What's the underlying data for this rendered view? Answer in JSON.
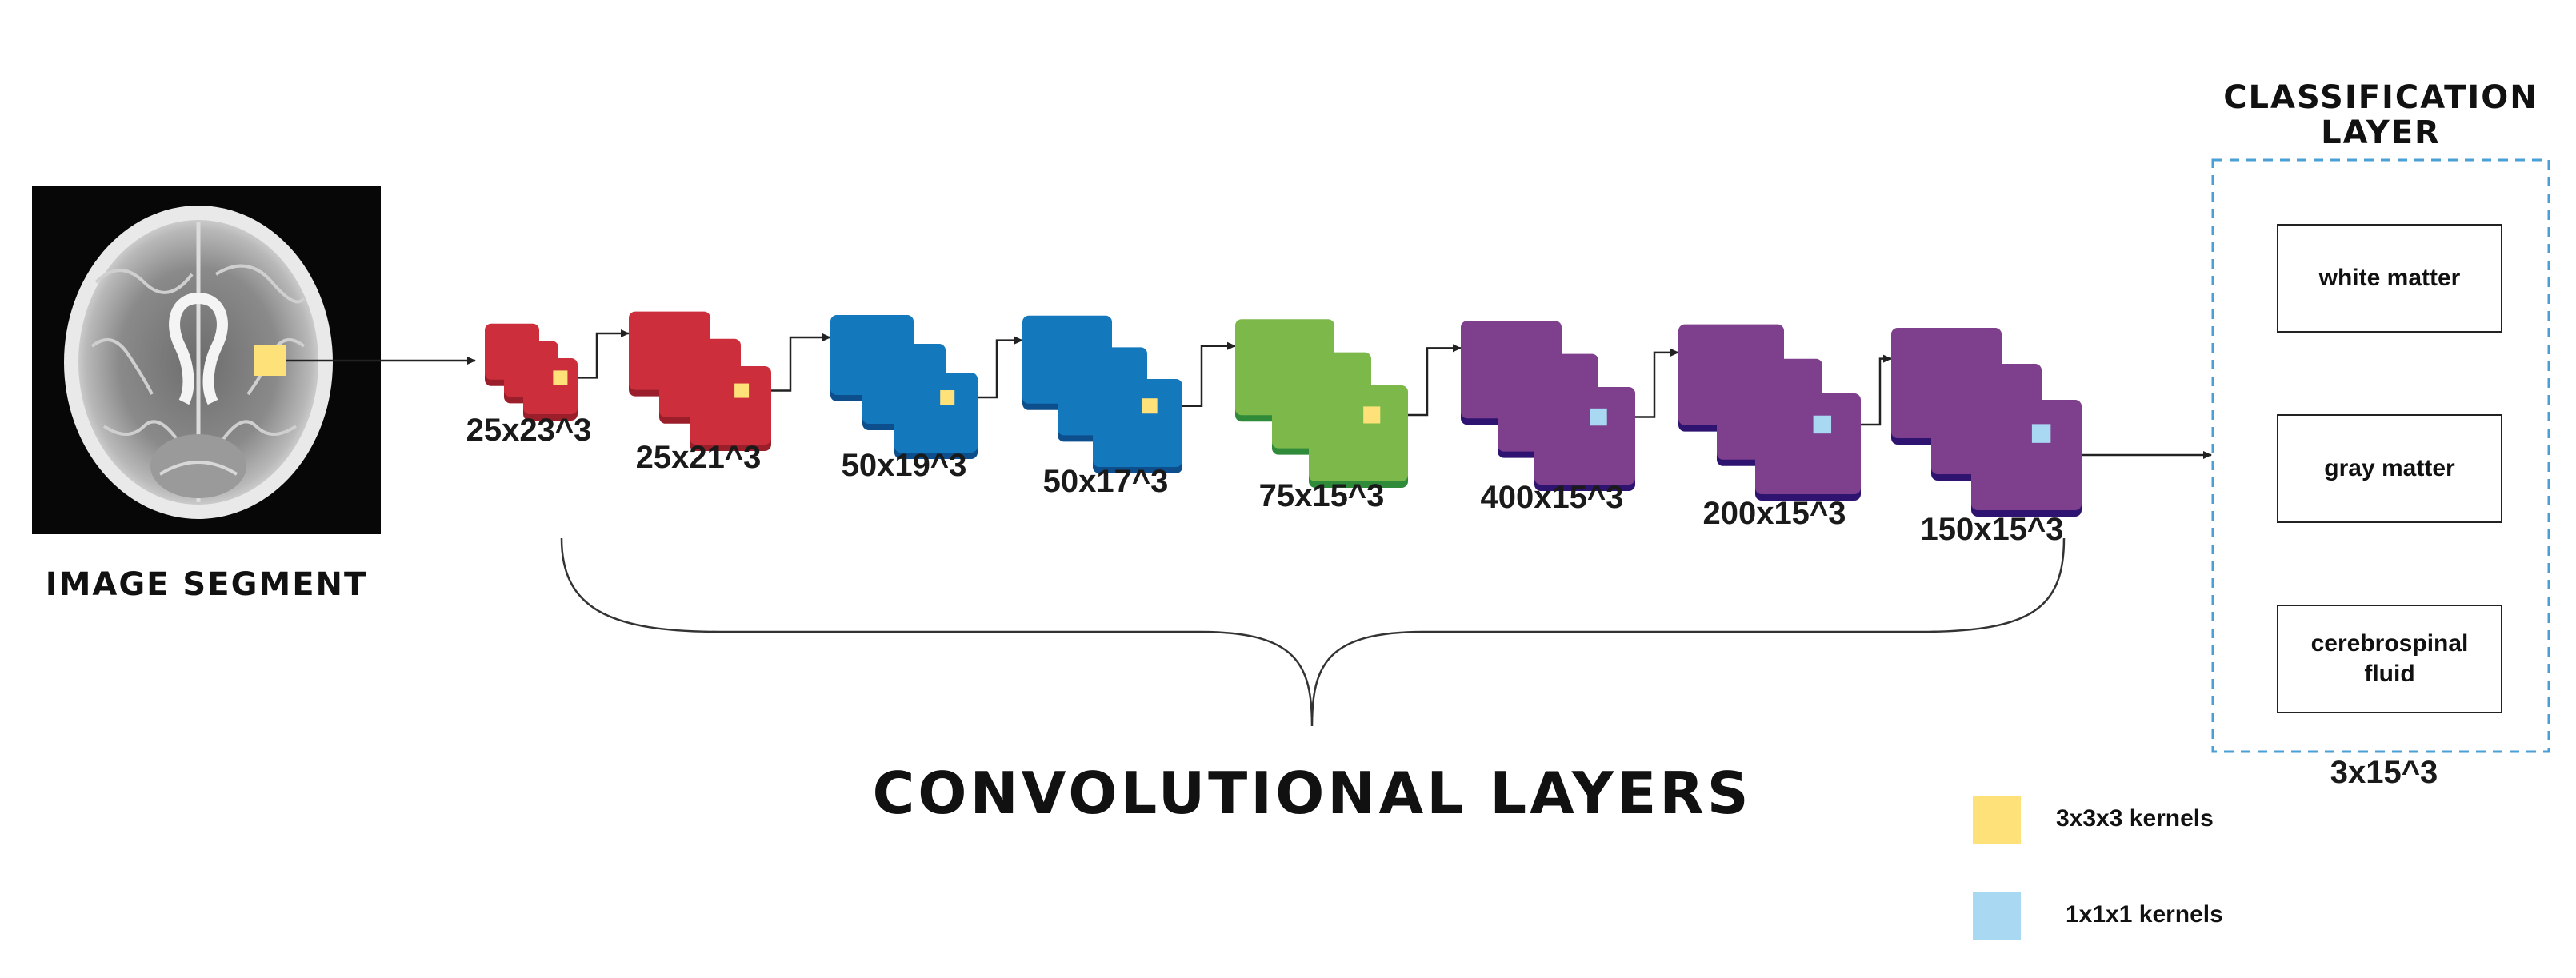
{
  "image_segment": {
    "label": "IMAGE SEGMENT"
  },
  "layers": [
    {
      "size": "25x23^3",
      "color": "#cc2f3b",
      "shade": "#9a1f2a",
      "kernel": "#ffe17a"
    },
    {
      "size": "25x21^3",
      "color": "#cc2f3b",
      "shade": "#9a1f2a",
      "kernel": "#ffe17a"
    },
    {
      "size": "50x19^3",
      "color": "#1478bd",
      "shade": "#0d4f8c",
      "kernel": "#ffe17a"
    },
    {
      "size": "50x17^3",
      "color": "#1478bd",
      "shade": "#0d4f8c",
      "kernel": "#ffe17a"
    },
    {
      "size": "75x15^3",
      "color": "#7cb94a",
      "shade": "#2f8a3a",
      "kernel": "#ffe17a"
    },
    {
      "size": "400x15^3",
      "color": "#7e3f8c",
      "shade": "#2e1470",
      "kernel": "#a8d8f2"
    },
    {
      "size": "200x15^3",
      "color": "#7e3f8c",
      "shade": "#2e1470",
      "kernel": "#a8d8f2"
    },
    {
      "size": "150x15^3",
      "color": "#7e3f8c",
      "shade": "#2e1470",
      "kernel": "#a8d8f2"
    }
  ],
  "convolutional": {
    "label": "CONVOLUTIONAL LAYERS"
  },
  "classification": {
    "title_line1": "CLASSIFICATION",
    "title_line2": "LAYER",
    "classes": [
      "white matter",
      "gray matter",
      "cerebrospinal fluid"
    ],
    "size": "3x15^3",
    "border_color": "#4a9fd5"
  },
  "legend": [
    {
      "label": "3x3x3 kernels",
      "color": "#ffe17a"
    },
    {
      "label": "1x1x1 kernels",
      "color": "#a8d8f2"
    }
  ]
}
